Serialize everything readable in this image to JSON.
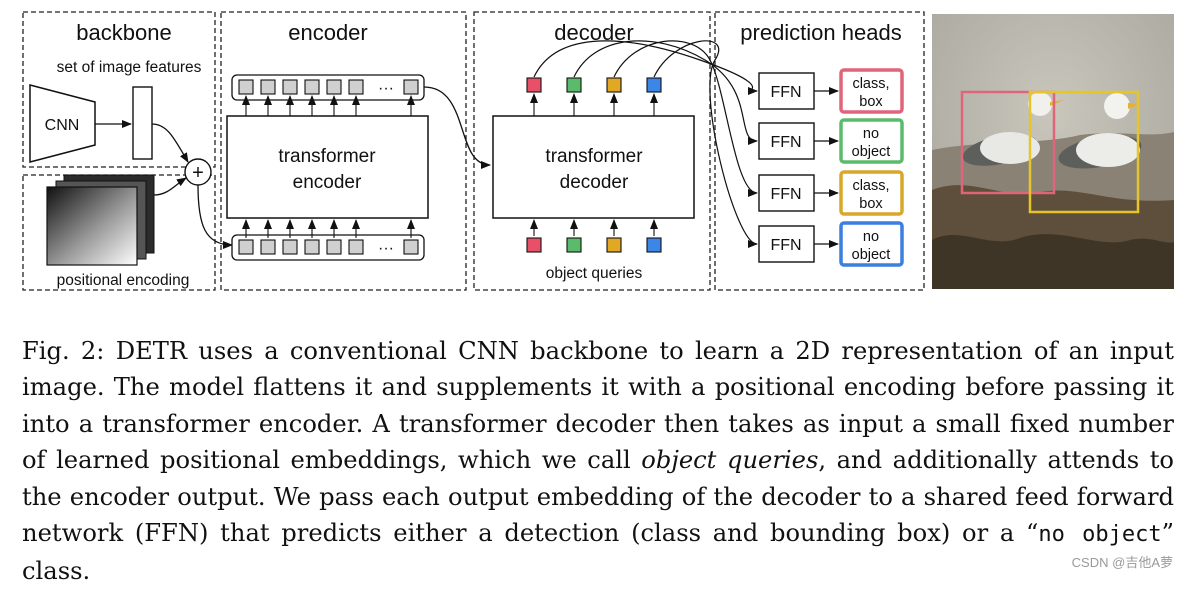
{
  "sections": {
    "backbone": "backbone",
    "encoder": "encoder",
    "decoder": "decoder",
    "heads": "prediction heads"
  },
  "labels": {
    "image_features": "set of image features",
    "cnn": "CNN",
    "plus": "+",
    "positional_encoding": "positional encoding",
    "transformer_encoder_line1": "transformer",
    "transformer_encoder_line2": "encoder",
    "transformer_decoder_line1": "transformer",
    "transformer_decoder_line2": "decoder",
    "ellipsis": "···",
    "object_queries": "object queries",
    "ffn": "FFN"
  },
  "outputs": [
    {
      "line1": "class,",
      "line2": "box",
      "color": "#e0647a"
    },
    {
      "line1": "no",
      "line2": "object",
      "color": "#5cbb6b"
    },
    {
      "line1": "class,",
      "line2": "box",
      "color": "#d9a72a"
    },
    {
      "line1": "no",
      "line2": "object",
      "color": "#3b7fe0"
    }
  ],
  "query_colors": [
    "#e8506a",
    "#5cbb6b",
    "#e0a823",
    "#3b86e8"
  ],
  "caption": {
    "label": "Fig. 2:",
    "part1": "DETR uses a conventional CNN backbone to learn a 2D representation of an input image. The model flattens it and supplements it with a positional encoding before passing it into a transformer encoder. A transformer decoder then takes as input a small fixed number of learned positional embeddings, which we call",
    "italic": "object queries",
    "part2": ", and additionally attends to the encoder output. We pass each output embedding of the decoder to a shared feed forward network (FFN) that predicts either a detection (class and bounding box) or a “",
    "mono": "no object",
    "part3": "” class."
  },
  "watermark": "CSDN @吉他A萝"
}
